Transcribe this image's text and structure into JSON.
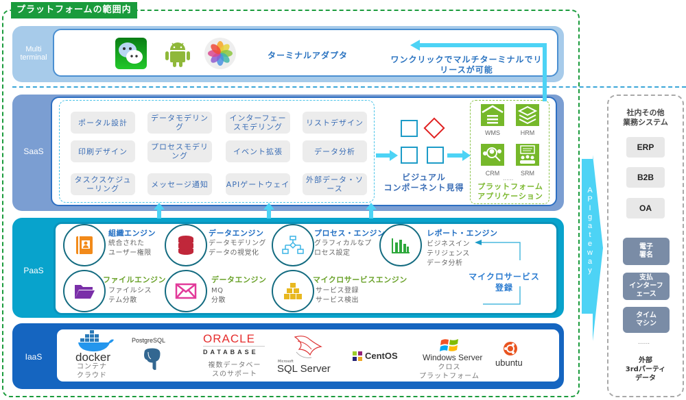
{
  "scope_label": "プラットフォームの範囲内",
  "layers": {
    "multi_terminal": {
      "label": "Multi terminal",
      "apps": [
        "wechat-icon",
        "android-icon",
        "photos-icon"
      ],
      "adapter_text": "ターミナルアダプタ",
      "oneclick_text": "ワンクリックでマルチターミナルでリリースが可能"
    },
    "saas": {
      "label": "SaaS",
      "items": [
        "ポータル設計",
        "データモデリング",
        "インターフェースモデリング",
        "リストデザイン",
        "印刷デザイン",
        "プロセスモデリング",
        "イベント拡張",
        "データ分析",
        "タスクスケジューリング",
        "メッセージ通知",
        "APIゲートウェイ",
        "外部データ・ソース"
      ],
      "visual_component_label": "ビジュアル\nコンポーネント見得",
      "platform_apps": [
        {
          "name": "WMS",
          "icon": "warehouse-icon"
        },
        {
          "name": "HRM",
          "icon": "layers-icon"
        },
        {
          "name": "CRM",
          "icon": "customer-search-icon"
        },
        {
          "name": "SRM",
          "icon": "supplier-meeting-icon"
        }
      ],
      "platform_apps_more": "......",
      "platform_apps_label": "プラットフォーム\nアプリケーション"
    },
    "paas": {
      "label": "PaaS",
      "engines": [
        {
          "title": "組織エンジン",
          "desc": "統合された\nユーザー権限",
          "icon": "contacts-book-icon"
        },
        {
          "title": "データエンジン",
          "desc": "データモデリング\nデータの視覚化",
          "icon": "database-icon"
        },
        {
          "title": "プロセス・エンジン",
          "desc": "グラフィカルなプ\nロセス設定",
          "icon": "flowchart-icon"
        },
        {
          "title": "レポート・エンジン",
          "desc": "ビジネスイン\nテリジェンス\nデータ分析",
          "icon": "bar-chart-icon"
        },
        {
          "title": "ファイルエンジン",
          "desc": "ファイルシス\nテム分散",
          "icon": "folder-icon"
        },
        {
          "title": "データエンジン",
          "desc": "MQ\n分散",
          "icon": "envelope-icon"
        },
        {
          "title": "マイクロサービスエンジン",
          "desc": "サービス登録\nサービス検出",
          "icon": "boxes-stack-icon"
        }
      ],
      "microservice_label": "マイクロサービス\n登録"
    },
    "iaas": {
      "label": "IaaS",
      "docker": {
        "logo": "docker",
        "desc": "コンテナ\nクラウド"
      },
      "postgres": {
        "logo": "PostgreSQL"
      },
      "oracle": {
        "logo": "ORACLE",
        "sub": "DATABASE",
        "desc": "複数データベー\nスのサポート"
      },
      "sqlserver": {
        "logo_small": "Microsoft",
        "logo": "SQL Server"
      },
      "centos": {
        "logo": "CentOS"
      },
      "windows": {
        "logo": "Windows Server",
        "desc": "クロス\nプラットフォーム"
      },
      "ubuntu": {
        "logo": "ubuntu"
      }
    }
  },
  "api_gateway_label": "A\nP\nI\ng\na\nt\ne\nw\na\ny",
  "external": {
    "title": "社内その他\n業務システム",
    "internal_systems": [
      "ERP",
      "B2B",
      "OA"
    ],
    "third_party_services": [
      "電子\n署名",
      "支払\nインターフ\nェース",
      "タイム\nマシン"
    ],
    "more": "......",
    "third_party_label": "外部\n3rdパーティ\nデータ"
  },
  "colors": {
    "scope_green": "#1a9b3c",
    "multi_bg": "#a7cbea",
    "saas_bg": "#7b9ed2",
    "paas_bg": "#08a3cc",
    "iaas_bg": "#1565c0",
    "arrow_cyan": "#4dd3f5",
    "app_green": "#76b82a"
  }
}
